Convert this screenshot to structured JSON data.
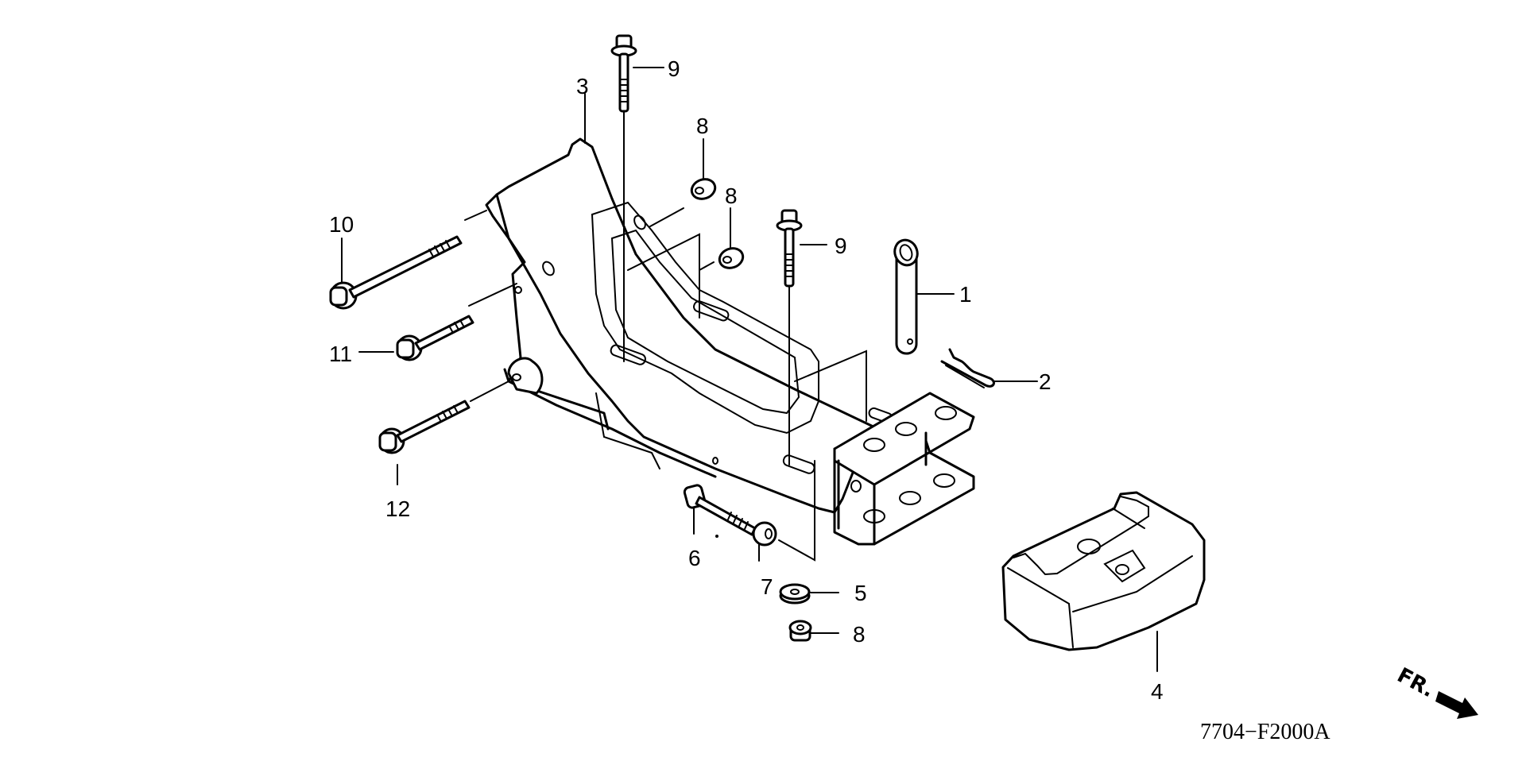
{
  "diagram": {
    "type": "exploded-parts-view",
    "drawing_code": "7704−F2000A",
    "direction_marker": "FR.",
    "callouts": {
      "c1": "1",
      "c2": "2",
      "c3": "3",
      "c4": "4",
      "c5": "5",
      "c6": "6",
      "c7": "7",
      "c8a": "8",
      "c8b": "8",
      "c8c": "8",
      "c9a": "9",
      "c9b": "9",
      "c10": "10",
      "c11": "11",
      "c12": "12"
    },
    "parts": [
      {
        "ref": "1",
        "shape": "pin"
      },
      {
        "ref": "2",
        "shape": "hair-clip"
      },
      {
        "ref": "3",
        "shape": "frame-bracket"
      },
      {
        "ref": "4",
        "shape": "weight-block"
      },
      {
        "ref": "5",
        "shape": "washer"
      },
      {
        "ref": "6",
        "shape": "bolt"
      },
      {
        "ref": "7",
        "shape": "nut"
      },
      {
        "ref": "8",
        "shape": "flange-nut"
      },
      {
        "ref": "9",
        "shape": "flange-bolt"
      },
      {
        "ref": "10",
        "shape": "flange-bolt"
      },
      {
        "ref": "11",
        "shape": "flange-bolt"
      },
      {
        "ref": "12",
        "shape": "flange-bolt"
      }
    ]
  }
}
